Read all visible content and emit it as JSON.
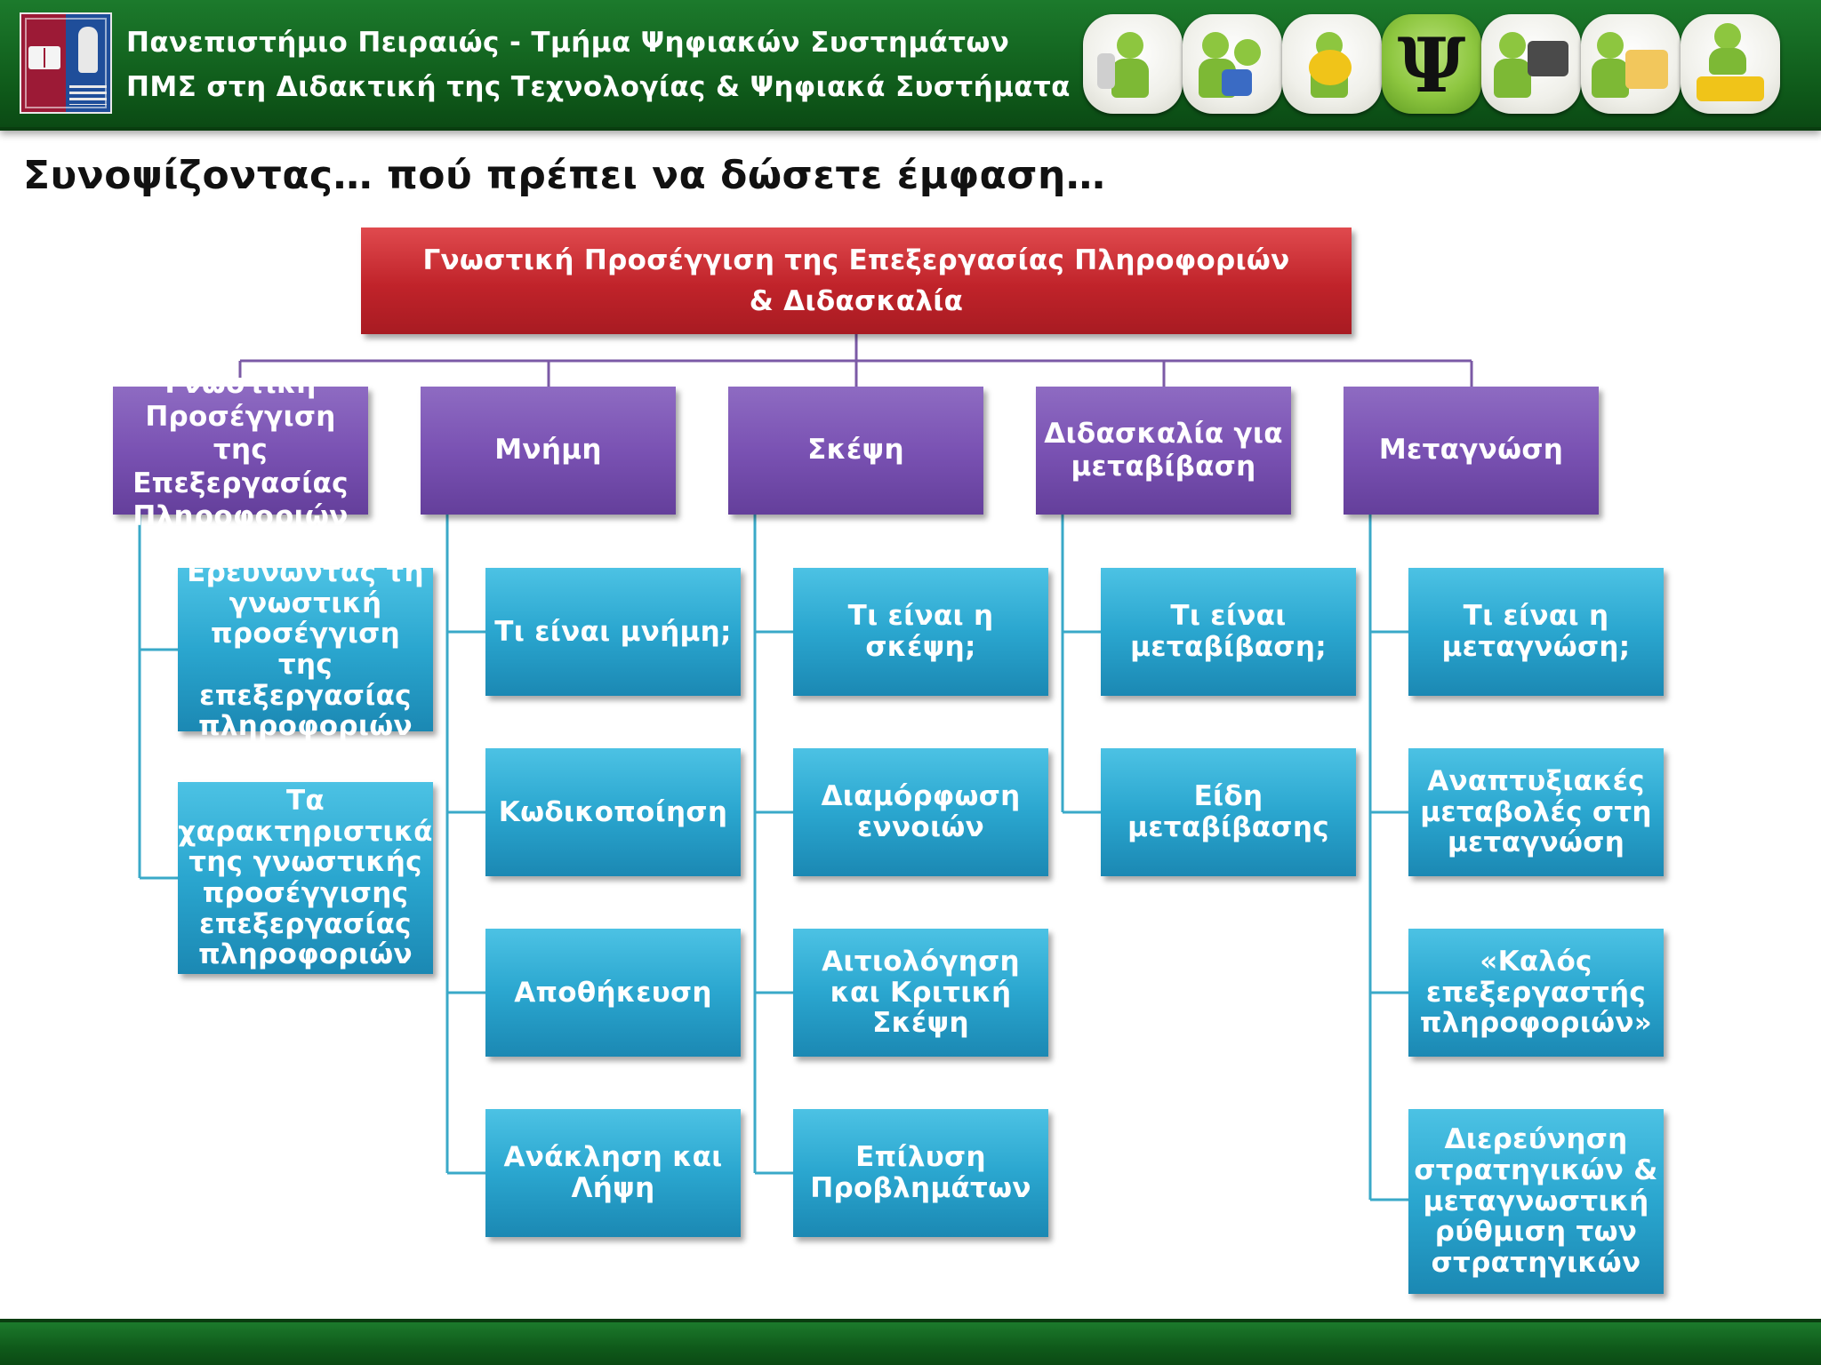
{
  "header": {
    "line1": "Πανεπιστήμιο Πειραιώς - Τμήμα Ψηφιακών Συστημάτων",
    "line2": "ΠΜΣ στη Διδακτική της Τεχνολογίας & Ψηφιακά Συστήματα",
    "psi_glyph": "Ψ"
  },
  "title": "Συνοψίζοντας… πού πρέπει να δώσετε έμφαση…",
  "root": {
    "line1": "Γνωστική Προσέγγιση της Επεξεργασίας Πληροφοριών",
    "line2": "&  Διδασκαλία"
  },
  "categories": [
    {
      "label": "Γνωστική Προσέγγιση της Επεξεργασίας Πληροφοριών",
      "items": [
        "Ερευνώντας τη γνωστική προσέγγιση της επεξεργασίας πληροφοριών",
        "Τα χαρακτηριστικά της γνωστικής προσέγγισης επεξεργασίας πληροφοριών"
      ]
    },
    {
      "label": "Μνήμη",
      "items": [
        "Τι είναι μνήμη;",
        "Κωδικοποίηση",
        "Αποθήκευση",
        "Ανάκληση και Λήψη"
      ]
    },
    {
      "label": "Σκέψη",
      "items": [
        "Τι είναι η σκέψη;",
        "Διαμόρφωση εννοιών",
        "Αιτιολόγηση και Κριτική Σκέψη",
        "Επίλυση Προβλημάτων"
      ]
    },
    {
      "label": "Διδασκαλία για μεταβίβαση",
      "items": [
        "Τι είναι μεταβίβαση;",
        "Είδη μεταβίβασης"
      ]
    },
    {
      "label": "Μεταγνώση",
      "items": [
        "Τι είναι η μεταγνώση;",
        "Αναπτυξιακές μεταβολές στη μεταγνώση",
        "«Καλός επεξεργαστής πληροφοριών»",
        "Διερεύνηση στρατηγικών & μεταγνωστική ρύθμιση των στρατηγικών"
      ]
    }
  ],
  "colors": {
    "root": "#c0232a",
    "category": "#7a52b3",
    "leaf": "#2aa6cf",
    "root_connector": "#7b5aa6",
    "leaf_connector": "#3aa9c8",
    "header": "#0f5a1a"
  }
}
